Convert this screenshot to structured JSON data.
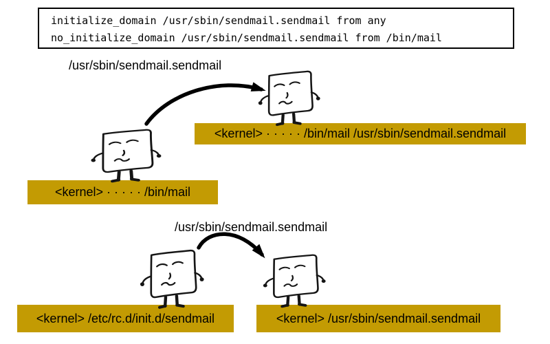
{
  "policy_box": {
    "lines": [
      "initialize_domain /usr/sbin/sendmail.sendmail from any",
      "no_initialize_domain /usr/sbin/sendmail.sendmail from /bin/mail"
    ]
  },
  "scenarios": [
    {
      "exec_label": "/usr/sbin/sendmail.sendmail",
      "source_domain": "<kernel> · · · · ·  /bin/mail",
      "dest_domain": "<kernel> · · · · ·  /bin/mail /usr/sbin/sendmail.sendmail"
    },
    {
      "exec_label": "/usr/sbin/sendmail.sendmail",
      "source_domain": "<kernel> /etc/rc.d/init.d/sendmail",
      "dest_domain": "<kernel> /usr/sbin/sendmail.sendmail"
    }
  ],
  "icons": {
    "character": "square-face-person-icon",
    "arrow": "curved-exec-arrow-icon"
  },
  "colors": {
    "domain_highlight": "#C39B03",
    "text": "#000000",
    "background": "#FFFFFF",
    "border": "#000000",
    "arrow": "#000000"
  }
}
